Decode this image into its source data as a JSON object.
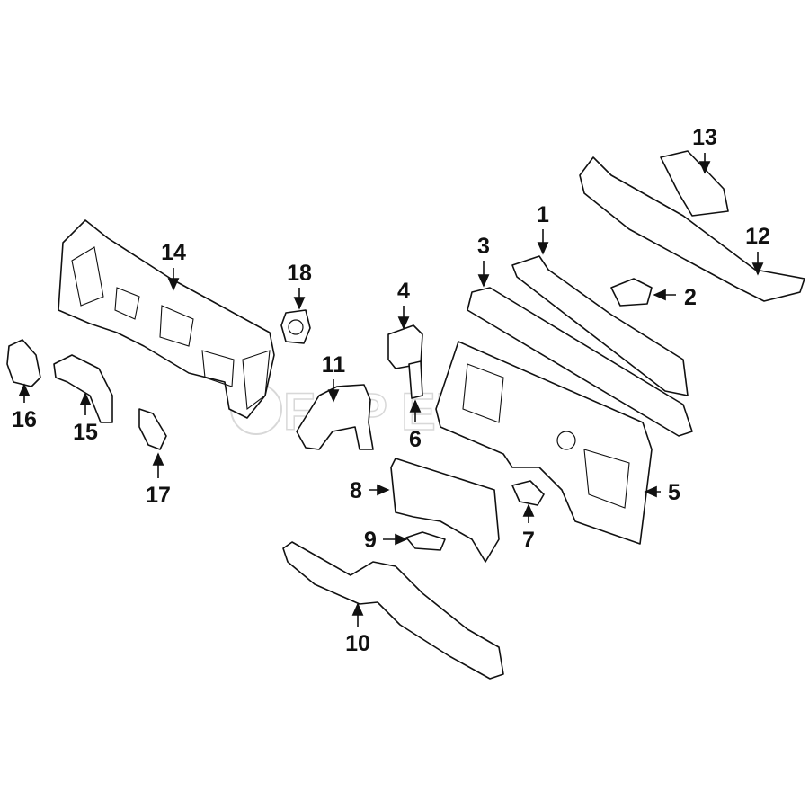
{
  "watermark": "FCP EURO",
  "callouts": {
    "c1": "1",
    "c2": "2",
    "c3": "3",
    "c4": "4",
    "c5": "5",
    "c6": "6",
    "c7": "7",
    "c8": "8",
    "c9": "9",
    "c10": "10",
    "c11": "11",
    "c12": "12",
    "c13": "13",
    "c14": "14",
    "c15": "15",
    "c16": "16",
    "c17": "17",
    "c18": "18"
  }
}
